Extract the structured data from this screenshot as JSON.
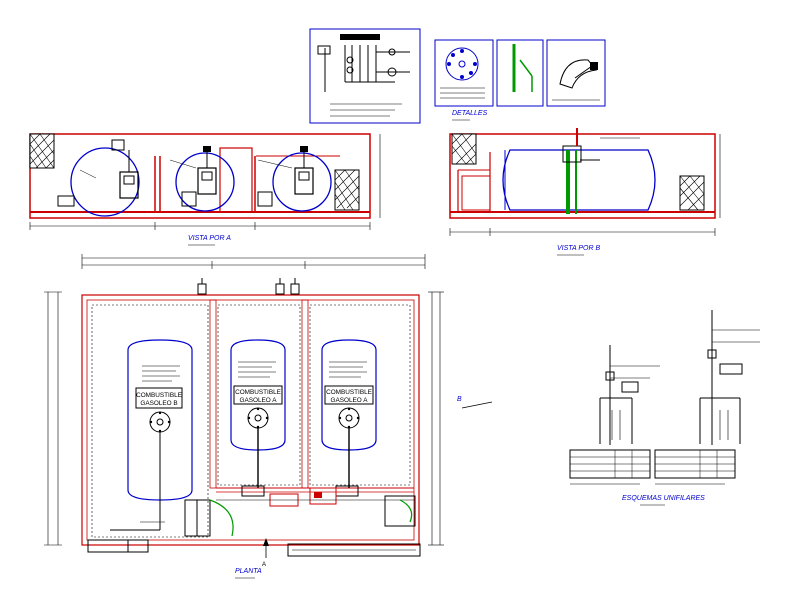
{
  "titles": {
    "vista_a": "VISTA POR A",
    "vista_b": "VISTA POR B",
    "planta": "PLANTA",
    "detalles": "DETALLES",
    "esquemas": "ESQUEMAS UNIFILARES"
  },
  "tanks": {
    "left": {
      "line1": "COMBUSTIBLE",
      "line2": "GASOLEO B"
    },
    "middle": {
      "line1": "COMBUSTIBLE",
      "line2": "GASOLEO A"
    },
    "right": {
      "line1": "COMBUSTIBLE",
      "line2": "GASOLEO A"
    }
  },
  "marker_b": "B",
  "marker_a": "A",
  "colors": {
    "wall": "#cc0000",
    "tank": "#0000cc",
    "green": "#009900",
    "ink": "#000000"
  }
}
